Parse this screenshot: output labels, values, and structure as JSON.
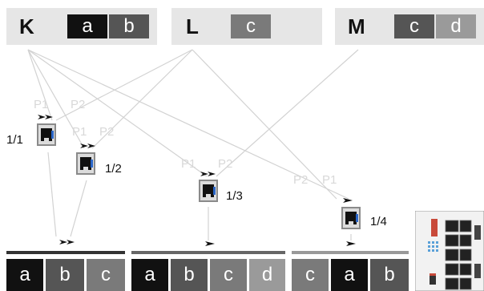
{
  "switches": [
    {
      "name": "K",
      "cells": [
        "a",
        "b"
      ]
    },
    {
      "name": "L",
      "cells": [
        "c"
      ]
    },
    {
      "name": "M",
      "cells": [
        "c",
        "d"
      ]
    }
  ],
  "ports": [
    {
      "label": "1/1",
      "p_left": "P1",
      "p_right": "P2"
    },
    {
      "label": "1/2",
      "p_left": "P1",
      "p_right": "P2"
    },
    {
      "label": "1/3",
      "p_left": "P1",
      "p_right": "P2"
    },
    {
      "label": "1/4",
      "p_left": "P2",
      "p_right": "P1"
    }
  ],
  "groups": [
    {
      "cells": [
        "a",
        "b",
        "c"
      ]
    },
    {
      "cells": [
        "a",
        "b",
        "c",
        "d"
      ]
    },
    {
      "cells": [
        "c",
        "a",
        "b"
      ]
    }
  ],
  "colors": {
    "box_bg": "#e6e6e6",
    "black": "#111111",
    "dark_gray": "#555555",
    "mid_gray": "#7a7a7a",
    "light_gray": "#9a9a9a",
    "line_gray": "#d0d0d0"
  },
  "icons": [
    "rj45-port-icon",
    "double-arrow-icon",
    "single-arrow-icon",
    "switch-device-icon"
  ]
}
